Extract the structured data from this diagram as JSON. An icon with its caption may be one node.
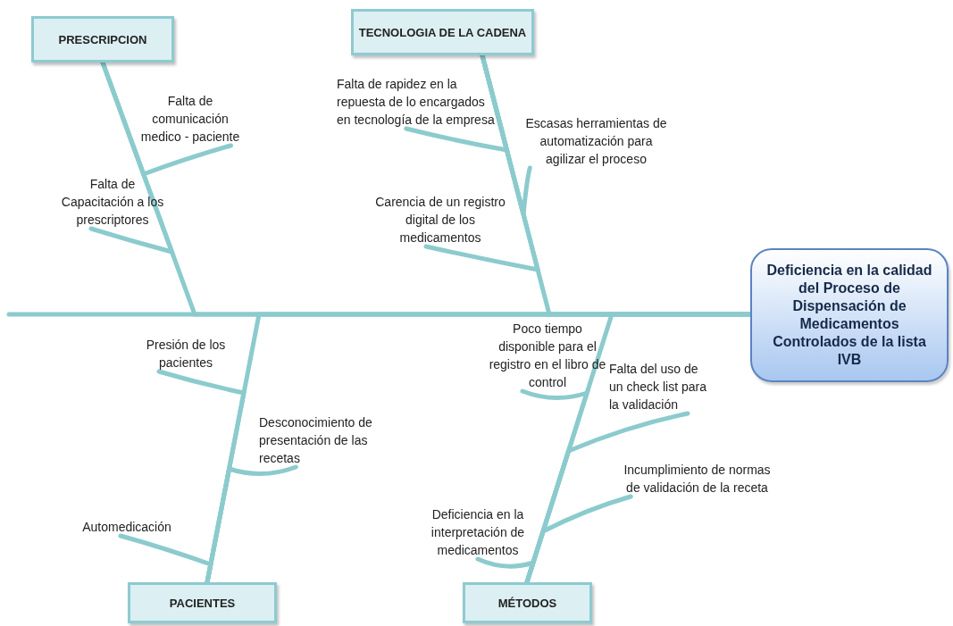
{
  "diagram": {
    "nodes": [
      {
        "text": [
          "Deficiencia en la calidad del Proceso de Dispensación de Medicamentos Controlados de la lista IVB"
        ]
      },
      {
        "text": [
          "PRESCRIPCION"
        ]
      },
      {
        "text": [
          "Falta de comunicación medico - paciente"
        ]
      },
      {
        "text": [
          "Falta de Capacitación a los prescriptores"
        ]
      },
      {
        "text": [
          "TECNOLOGIA DE LA CADENA"
        ]
      },
      {
        "text": [
          "Falta de rapidez en la repuesta de lo encargados en tecnología de la empresa"
        ]
      },
      {
        "text": [
          "Escasas herramientas de automatización para agilizar el proceso"
        ]
      },
      {
        "text": [
          "Carencia de un registro digital de los medicamentos"
        ]
      },
      {
        "text": [
          "PACIENTES"
        ]
      },
      {
        "text": [
          "Presión de los pacientes"
        ]
      },
      {
        "text": [
          "Desconocimiento de presentación de las recetas"
        ]
      },
      {
        "text": [
          "Automedicación"
        ]
      },
      {
        "text": [
          "MÉTODOS"
        ]
      },
      {
        "text": [
          "Poco tiempo disponible para el registro en el libro de control"
        ]
      },
      {
        "text": [
          "Falta del uso de un check list para la validación"
        ]
      },
      {
        "text": [
          "Incumplimiento de normas de validación de la receta"
        ]
      },
      {
        "text": [
          "Deficiencia en la interpretación de medicamentos"
        ]
      }
    ],
    "edges": [
      {
        "from": null,
        "to": 0,
        "arrow": "none"
      },
      {
        "from": 1,
        "to": 0,
        "arrow": "none"
      },
      {
        "from": 4,
        "to": 0,
        "arrow": "none"
      },
      {
        "from": 8,
        "to": 0,
        "arrow": "none"
      },
      {
        "from": 12,
        "to": 0,
        "arrow": "none"
      },
      {
        "from": 2,
        "to": 1,
        "arrow": "none"
      },
      {
        "from": 3,
        "to": 1,
        "arrow": "none"
      },
      {
        "from": 5,
        "to": 4,
        "arrow": "none"
      },
      {
        "from": 6,
        "to": 4,
        "arrow": "none"
      },
      {
        "from": 7,
        "to": 4,
        "arrow": "none"
      },
      {
        "from": 9,
        "to": 8,
        "arrow": "none"
      },
      {
        "from": 10,
        "to": 8,
        "arrow": "none"
      },
      {
        "from": 11,
        "to": 8,
        "arrow": "none"
      },
      {
        "from": 13,
        "to": 12,
        "arrow": "none"
      },
      {
        "from": 14,
        "to": 12,
        "arrow": "none"
      },
      {
        "from": 15,
        "to": 12,
        "arrow": "none"
      },
      {
        "from": 16,
        "to": 12,
        "arrow": "none"
      }
    ]
  }
}
